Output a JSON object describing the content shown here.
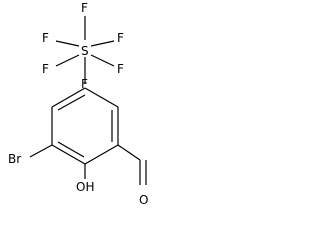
{
  "molecule": {
    "atoms": {
      "f_top": "F",
      "f_upper_left": "F",
      "f_upper_right": "F",
      "s": "S",
      "f_lower_left": "F",
      "f_lower_right": "F",
      "f_bottom": "F",
      "br": "Br",
      "oh": "OH",
      "o_aldehyde": "O"
    },
    "colors": {
      "stroke": "#000000",
      "text": "#000000",
      "background": "#ffffff"
    }
  }
}
